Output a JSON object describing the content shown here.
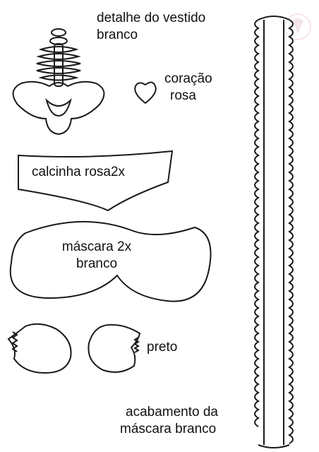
{
  "labels": {
    "detalhe": {
      "line1": "detalhe do vestido",
      "line2": "branco"
    },
    "coracao": {
      "line1": "coração",
      "line2": "rosa"
    },
    "calcinha": {
      "text": "calcinha rosa",
      "count": "2x"
    },
    "mascara": {
      "line1": "máscara 2x",
      "line2": "branco"
    },
    "preto": {
      "text": "preto"
    },
    "acabamento": {
      "line1": "acabamento da",
      "line2": "máscara branco"
    }
  },
  "colors": {
    "outline": "#1a1a1a",
    "background": "#ffffff",
    "logo_accent": "#e9c4cc"
  }
}
